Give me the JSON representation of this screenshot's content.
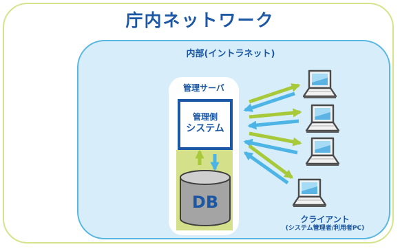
{
  "diagram": {
    "outer_title": "庁内ネットワーク",
    "inner_title": "内部(イントラネット)",
    "server": {
      "title": "管理サーバ",
      "system_line1": "管理側",
      "system_line2": "システム",
      "db_label": "DB"
    },
    "clients": {
      "title": "クライアント",
      "subtitle": "(システム管理者/利用者PC)",
      "count": 4
    },
    "colors": {
      "outer_border": "#d6e38a",
      "inner_fill": "#d7eefa",
      "inner_border": "#57b6e2",
      "text_blue": "#1b57a4",
      "arrow_blue": "#4db4e6",
      "arrow_green": "#a7c93a",
      "db_fill": "#a4a4a4"
    }
  }
}
